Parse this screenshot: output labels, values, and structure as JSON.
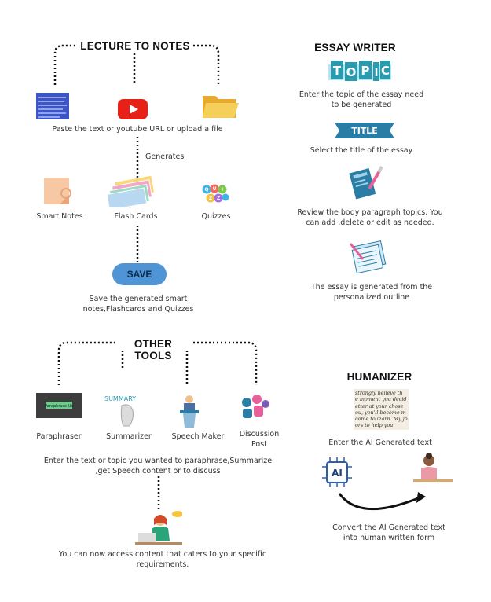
{
  "lecture": {
    "title": "LECTURE TO NOTES",
    "input_caption": "Paste the text or youtube URL or upload a file",
    "generates_label": "Generates",
    "outputs": [
      "Smart Notes",
      "Flash Cards",
      "Quizzes"
    ],
    "save_button": "SAVE",
    "save_caption": "Save the generated smart notes,Flashcards and Quizzes",
    "icons": [
      "text-document-icon",
      "youtube-icon",
      "folder-icon",
      "sticky-note-icon",
      "flash-cards-icon",
      "quiz-badge-icon"
    ]
  },
  "essay": {
    "title": "ESSAY WRITER",
    "topic_badge": "TOPIC",
    "title_badge": "TITLE",
    "steps": [
      "Enter the topic of the essay need to be generated",
      "Select the title of the essay",
      "Review the body paragraph topics. You can add ,delete or edit as needed.",
      "The essay is generated from the personalized outline"
    ]
  },
  "other_tools": {
    "title": "OTHER TOOLS",
    "tools": [
      "Paraphraser",
      "Summarizer",
      "Speech Maker",
      "Discussion Post"
    ],
    "paraphrase_badge": "Paraphrase Us",
    "summary_word": "SUMMARY",
    "input_caption": "Enter the text or topic you wanted to paraphrase,Summarize ,get Speech content or to discuss",
    "result_caption": "You can now access content that caters to your specific requirements."
  },
  "humanizer": {
    "title": "HUMANIZER",
    "handwriting_lines": [
      "strongly believe th",
      "e moment you decid",
      "etter at your chose",
      "ou, you'll become m",
      "come to learn. My jo",
      "ors to help you."
    ],
    "step1": "Enter the AI Generated text",
    "ai_chip": "AI",
    "step2": "Convert the AI Generated text into human written form"
  },
  "colors": {
    "accent_blue": "#3f8fd0",
    "save_button": "#4f95d6",
    "teal": "#2a9aae",
    "youtube_red": "#e62117",
    "folder_yellow": "#f4c542"
  }
}
